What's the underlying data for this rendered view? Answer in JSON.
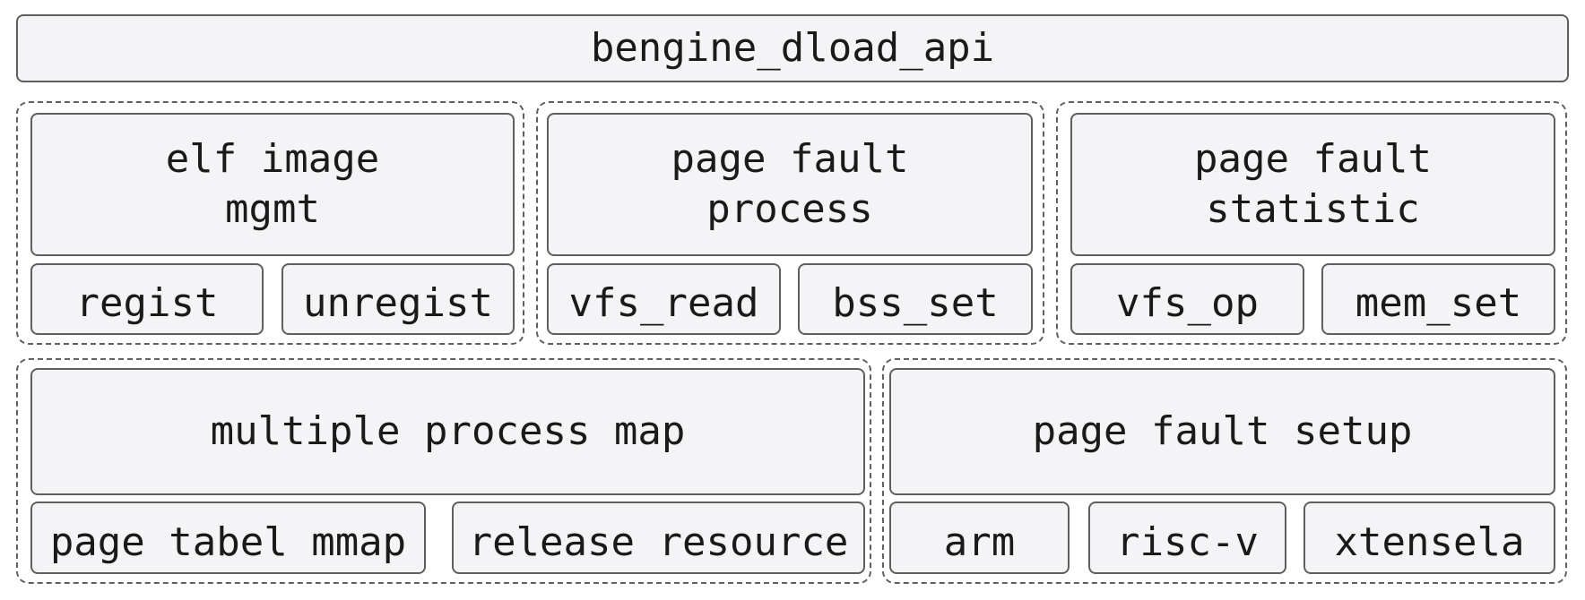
{
  "top_api": "bengine_dload_api",
  "groups": {
    "elf": {
      "title": "elf image\nmgmt",
      "items": [
        "regist",
        "unregist"
      ]
    },
    "fault_process": {
      "title": "page fault\nprocess",
      "items": [
        "vfs_read",
        "bss_set"
      ]
    },
    "fault_statistic": {
      "title": "page fault\nstatistic",
      "items": [
        "vfs_op",
        "mem_set"
      ]
    },
    "process_map": {
      "title": "multiple process map",
      "items": [
        "page tabel mmap",
        "release resource"
      ]
    },
    "fault_setup": {
      "title": "page fault setup",
      "items": [
        "arm",
        "risc-v",
        "xtensela"
      ]
    }
  }
}
